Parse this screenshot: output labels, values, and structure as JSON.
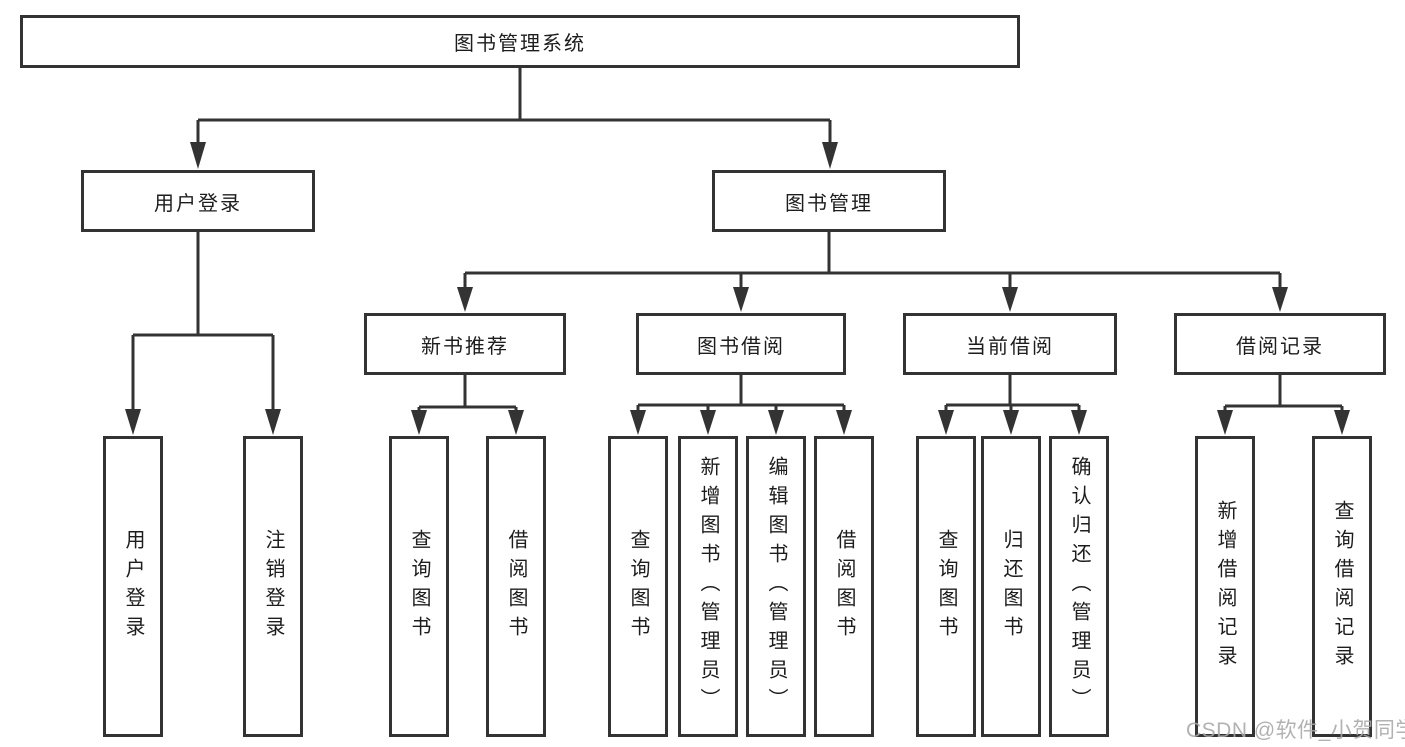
{
  "colors": {
    "line": "#333333",
    "box_border": "#333333",
    "box_fill": "#ffffff",
    "text": "#1d1d1d",
    "background": "#ffffff",
    "watermark": "#a8a8a8"
  },
  "tree": {
    "root": {
      "label": "图书管理系统"
    },
    "branches": [
      {
        "label": "用户登录",
        "children": [
          {
            "label": "用户登录"
          },
          {
            "label": "注销登录"
          }
        ]
      },
      {
        "label": "图书管理",
        "children": [
          {
            "label": "新书推荐",
            "children": [
              {
                "label": "查询图书"
              },
              {
                "label": "借阅图书"
              }
            ]
          },
          {
            "label": "图书借阅",
            "children": [
              {
                "label": "查询图书"
              },
              {
                "label": "新增图书（管理员）"
              },
              {
                "label": "编辑图书（管理员）"
              },
              {
                "label": "借阅图书"
              }
            ]
          },
          {
            "label": "当前借阅",
            "children": [
              {
                "label": "查询图书"
              },
              {
                "label": "归还图书"
              },
              {
                "label": "确认归还（管理员）"
              }
            ]
          },
          {
            "label": "借阅记录",
            "children": [
              {
                "label": "新增借阅记录"
              },
              {
                "label": "查询借阅记录"
              }
            ]
          }
        ]
      }
    ]
  },
  "watermark": {
    "text": "CSDN @软件_小贺同学"
  }
}
